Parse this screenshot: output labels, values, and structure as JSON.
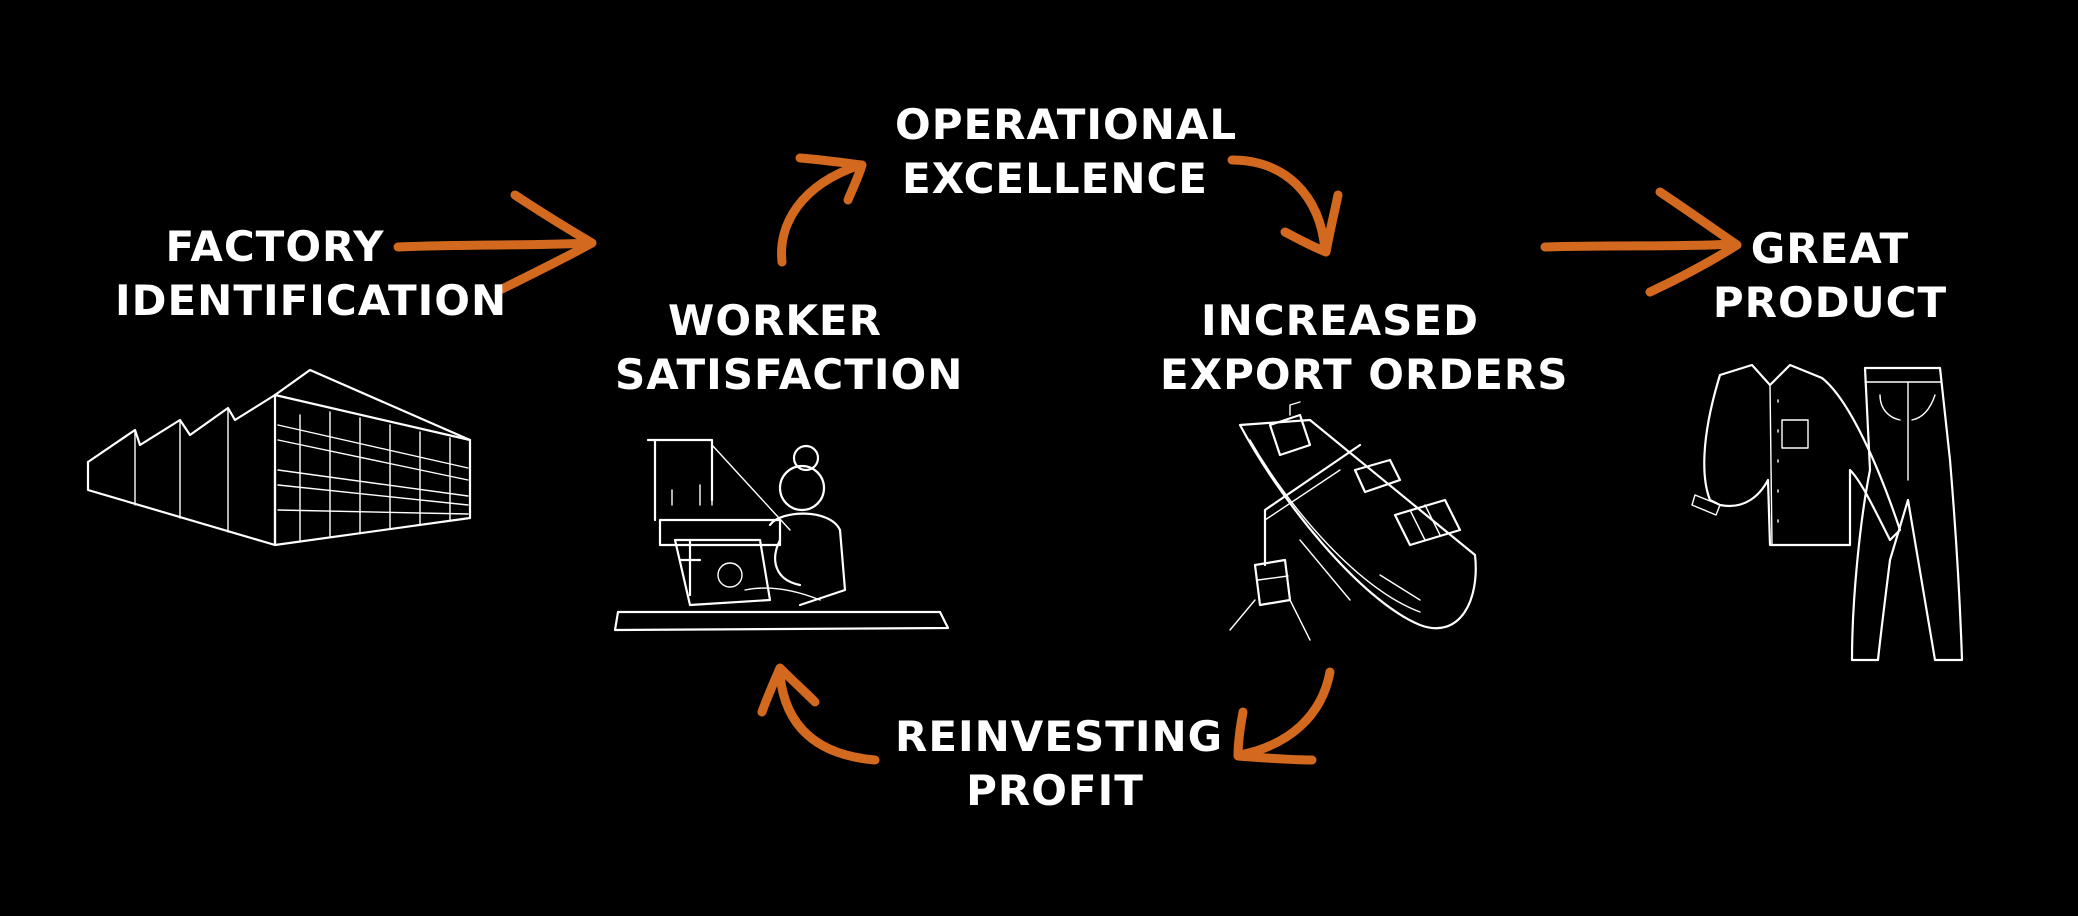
{
  "nodes": {
    "factory": {
      "line1": "FACTORY",
      "line2": "IDENTIFICATION"
    },
    "operational": {
      "line1": "OPERATIONAL",
      "line2": "EXCELLENCE"
    },
    "worker": {
      "line1": "WORKER",
      "line2": "SATISFACTION"
    },
    "export": {
      "line1": "INCREASED",
      "line2": "EXPORT ORDERS"
    },
    "reinvest": {
      "line1": "REINVESTING",
      "line2": "PROFIT"
    },
    "product": {
      "line1": "GREAT",
      "line2": "PRODUCT"
    }
  },
  "colors": {
    "background": "#000000",
    "text": "#ffffff",
    "arrow": "#d2691e"
  },
  "icons": [
    "factory-building-icon",
    "sewing-worker-icon",
    "cargo-ship-icon",
    "shirt-pants-icon"
  ]
}
